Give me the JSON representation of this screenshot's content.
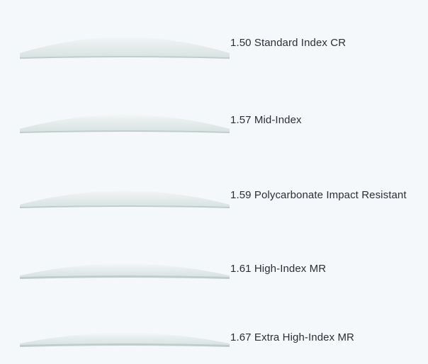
{
  "lenses": [
    {
      "label": "1.50 Standard Index CR",
      "thickness": "thickest"
    },
    {
      "label": "1.57 Mid-Index",
      "thickness": "thick"
    },
    {
      "label": "1.59 Polycarbonate Impact Resistant",
      "thickness": "medium"
    },
    {
      "label": "1.61 High-Index MR",
      "thickness": "thin"
    },
    {
      "label": "1.67 Extra High-Index MR",
      "thickness": "thinnest"
    }
  ],
  "colors": {
    "background": "#f5f8fb",
    "lens_top": "#eef3f3",
    "lens_bottom": "#d6e2e0",
    "lens_edge": "#bccdca",
    "text": "#2b2f33"
  }
}
